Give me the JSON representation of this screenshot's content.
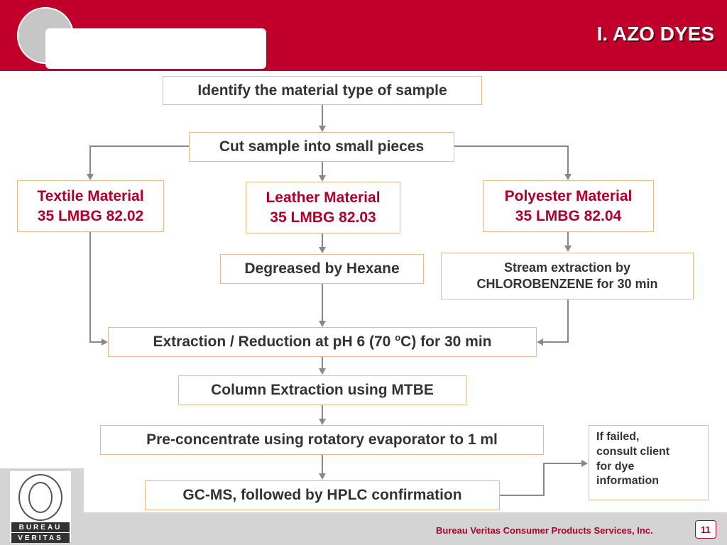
{
  "header": {
    "title": "I. AZO DYES"
  },
  "flow": {
    "identify": "Identify the material type of sample",
    "cut": "Cut sample into small pieces",
    "textile": {
      "line1": "Textile Material",
      "line2": "35 LMBG 82.02"
    },
    "leather": {
      "line1": "Leather Material",
      "line2": "35 LMBG 82.03"
    },
    "polyester": {
      "line1": "Polyester Material",
      "line2": "35 LMBG 82.04"
    },
    "degrease": "Degreased by Hexane",
    "stream": {
      "line1": "Stream extraction by",
      "line2": "CHLOROBENZENE for 30 min"
    },
    "extraction": {
      "before": "Extraction / Reduction at pH 6 (70 ",
      "sup": "o",
      "after": "C) for 30 min"
    },
    "column": "Column Extraction using MTBE",
    "preconcentrate": "Pre-concentrate using rotatory evaporator to 1 ml",
    "gcms": "GC-MS, followed by HPLC confirmation",
    "note": {
      "line1": "If failed,",
      "line2": "consult client",
      "line3": "for dye",
      "line4": "information"
    }
  },
  "logo": {
    "top": "BUREAU",
    "bottom": "VERITAS"
  },
  "footer": {
    "company": "Bureau Veritas Consumer Products Services, Inc.",
    "page": "11"
  }
}
